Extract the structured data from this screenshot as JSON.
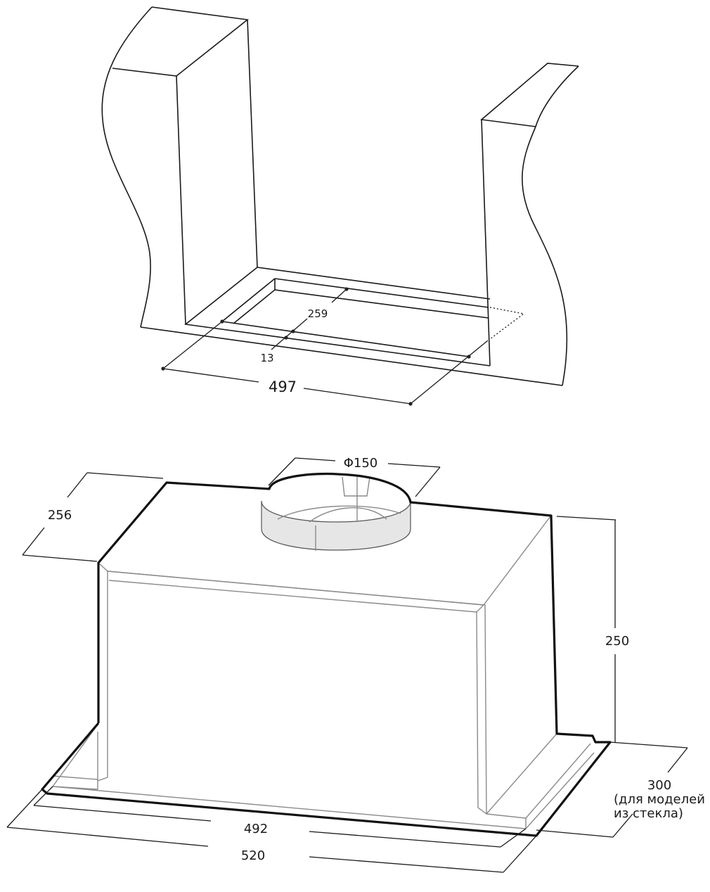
{
  "cutout": {
    "width": "497",
    "depth": "259",
    "offset": "13"
  },
  "hood": {
    "duct_diameter": "Φ150",
    "depth": "256",
    "height": "250",
    "inner_width": "492",
    "outer_width": "520",
    "glass_depth_value": "300",
    "glass_note_line1": "(для моделей",
    "glass_note_line2": "из стекла)"
  }
}
